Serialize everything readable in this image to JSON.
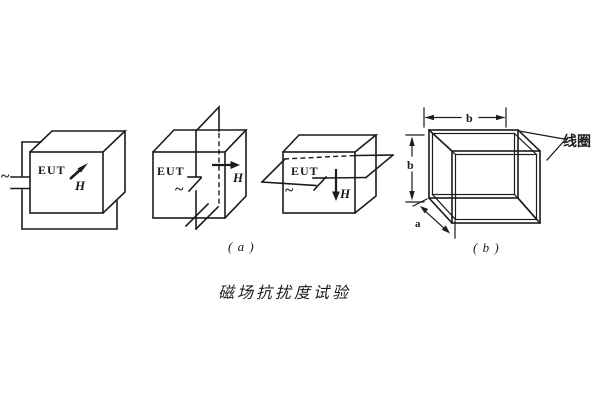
{
  "figure": {
    "caption": "磁场抗扰度试验",
    "label_a": "( a )",
    "label_b": "( b )",
    "eut_label": "EUT",
    "field_label": "H",
    "ac_source_symbol": "~",
    "coil_label": "线圈",
    "dim_width_label": "b",
    "dim_height_label": "b",
    "dim_depth_label": "a",
    "ink_color": "#1c1c1c",
    "background_color": "#ffffff"
  }
}
